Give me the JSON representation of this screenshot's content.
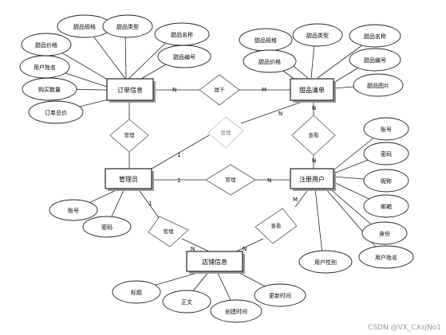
{
  "entities": {
    "order": "订单信息",
    "product_list": "甜品清单",
    "admin": "管理员",
    "user": "注册用户",
    "store": "店铺信息"
  },
  "attributes": {
    "order": [
      "甜品规格",
      "甜品类型",
      "甜品名称",
      "甜品价格",
      "甜品编号",
      "用户姓名",
      "购买数量",
      "订单总价"
    ],
    "product_list": [
      "甜品规格",
      "甜品类型",
      "甜品名称",
      "甜品价格",
      "甜品编号",
      "甜品图片"
    ],
    "admin": [
      "账号",
      "密码"
    ],
    "user": [
      "账号",
      "密码",
      "昵称",
      "邮箱",
      "身份",
      "用户姓名",
      "用户性别"
    ],
    "store": [
      "标题",
      "正文",
      "创建时间",
      "更新时间"
    ]
  },
  "relationships": {
    "order_product": "属于",
    "admin_order": "管理",
    "admin_product": "管理",
    "admin_user": "管理",
    "user_product": "查看",
    "admin_store": "管理",
    "user_store": "查看"
  },
  "cardinalities": {
    "order_rel": "N",
    "product_rel": "M",
    "admin_to_product_rel": "1",
    "product_to_admin_rel": "N",
    "admin_user_left": "1",
    "admin_user_right": "N",
    "user_view_product_top": "N",
    "user_view_product_bottom": "N",
    "admin_store_top": "1",
    "admin_store_bottom": "N",
    "user_store_top": "M",
    "user_store_bottom": "N"
  },
  "watermark": "CSDN @VX_CXsjNo1"
}
